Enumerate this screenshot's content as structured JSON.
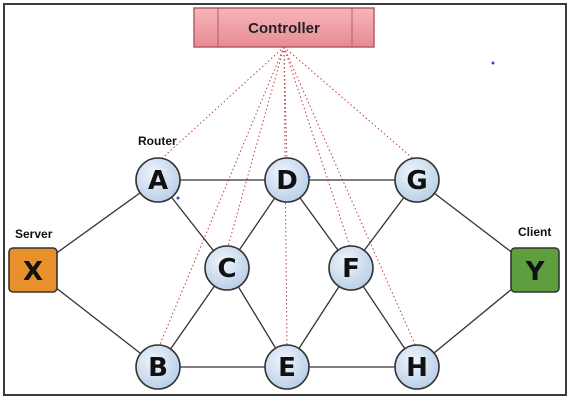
{
  "controller": {
    "label": "Controller"
  },
  "labels": {
    "router": "Router",
    "server": "Server",
    "client": "Client"
  },
  "nodes": [
    {
      "id": "A",
      "label": "A"
    },
    {
      "id": "B",
      "label": "B"
    },
    {
      "id": "C",
      "label": "C"
    },
    {
      "id": "D",
      "label": "D"
    },
    {
      "id": "E",
      "label": "E"
    },
    {
      "id": "F",
      "label": "F"
    },
    {
      "id": "G",
      "label": "G"
    },
    {
      "id": "H",
      "label": "H"
    }
  ],
  "endpoints": [
    {
      "id": "X",
      "label": "X",
      "role": "server",
      "color": "#e8912c"
    },
    {
      "id": "Y",
      "label": "Y",
      "role": "client",
      "color": "#5e9e3e"
    }
  ],
  "links": [
    [
      "X",
      "A"
    ],
    [
      "X",
      "B"
    ],
    [
      "A",
      "D"
    ],
    [
      "A",
      "C"
    ],
    [
      "D",
      "G"
    ],
    [
      "D",
      "C"
    ],
    [
      "D",
      "F"
    ],
    [
      "C",
      "B"
    ],
    [
      "C",
      "E"
    ],
    [
      "B",
      "E"
    ],
    [
      "E",
      "H"
    ],
    [
      "E",
      "F"
    ],
    [
      "F",
      "G"
    ],
    [
      "F",
      "H"
    ],
    [
      "G",
      "Y"
    ],
    [
      "H",
      "Y"
    ]
  ],
  "control_links": [
    "A",
    "B",
    "C",
    "D",
    "E",
    "F",
    "G",
    "H"
  ],
  "colors": {
    "controller_fill": "#f0a0a6",
    "controller_border": "#c0606a",
    "node_fill": "#cfe0f2",
    "node_border": "#333333",
    "link": "#333333",
    "control_link": "#c04040"
  }
}
